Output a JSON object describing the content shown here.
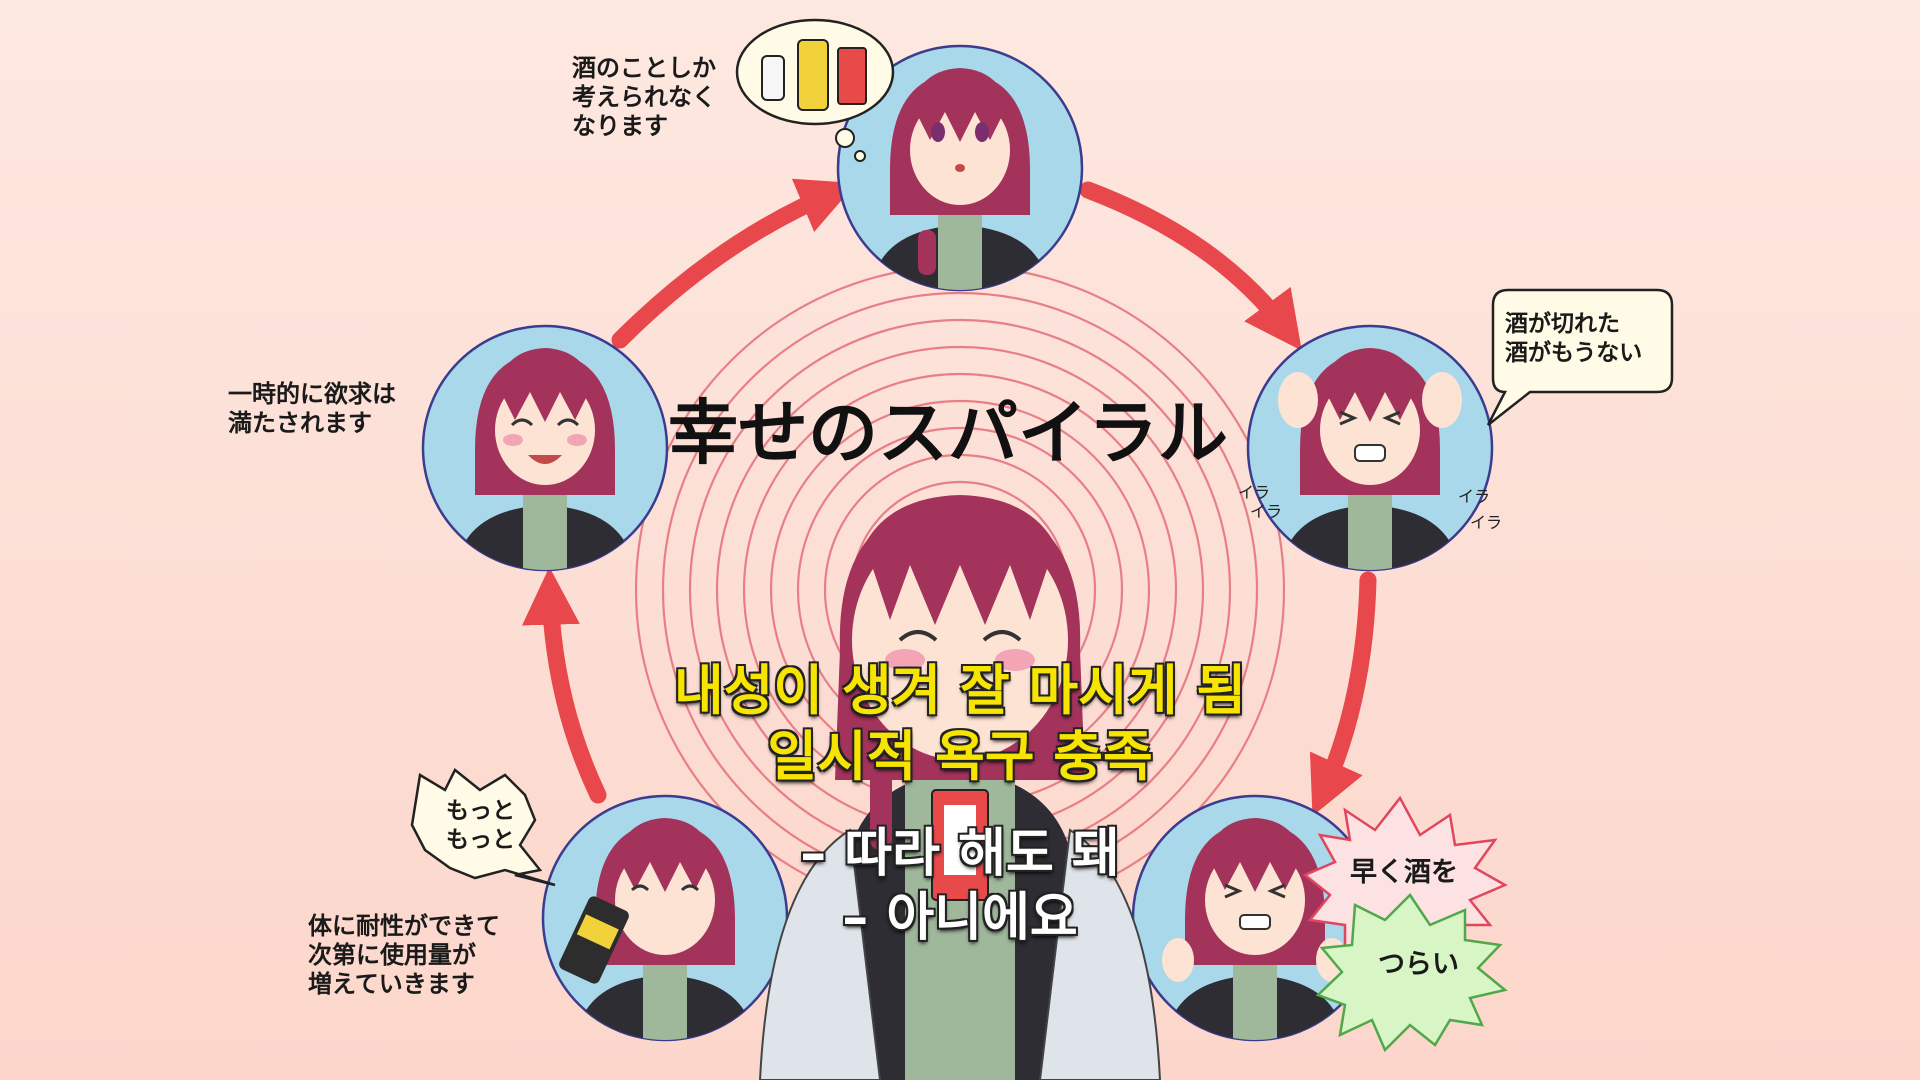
{
  "title": "幸せのスパイラル",
  "labels": {
    "top": [
      "酒のことしか",
      "考えられなく",
      "なります"
    ],
    "left": [
      "一時的に欲求は",
      "満たされます"
    ],
    "bottom_left": [
      "体に耐性ができて",
      "次第に使用量が",
      "増えていきます"
    ]
  },
  "bubbles": {
    "right": [
      "酒が切れた",
      "酒がもうない"
    ],
    "left_small": [
      "もっと",
      "もっと"
    ],
    "spiky_red": "早く酒を",
    "spiky_green": "つらい"
  },
  "sfx": {
    "ira1": "イラ",
    "ira2": "イラ",
    "ira3": "イラ",
    "ira4": "イラ"
  },
  "subtitles": {
    "yellow": [
      "내성이 생겨 잘 마시게 됨",
      "일시적 욕구 충족"
    ],
    "white": [
      "– 따라 해도 돼",
      "– 아니에요"
    ]
  },
  "colors": {
    "arrow": "#e8474b",
    "ring": "#e87f86",
    "circle_fill": "#a8d8ea",
    "hair": "#a4335c",
    "jacket": "#2d2d33",
    "shirt": "#9fb79a"
  }
}
